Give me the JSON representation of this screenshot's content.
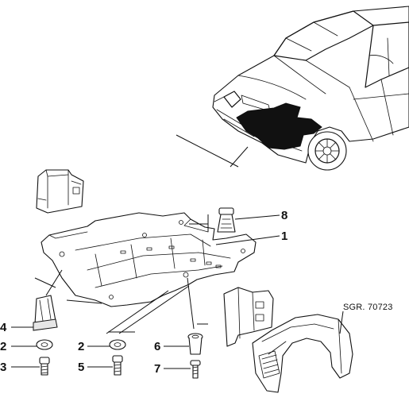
{
  "callouts": {
    "undertray": "1",
    "washer_left": "2",
    "washer_mid": "2",
    "screw_left": "3",
    "pad": "4",
    "screw_mid": "5",
    "spacer": "6",
    "bolt": "7",
    "clip": "8"
  },
  "reference_code": "SGR. 70723",
  "colors": {
    "ink": "#111111",
    "paper": "#ffffff",
    "shade": "#e6e6e6"
  }
}
